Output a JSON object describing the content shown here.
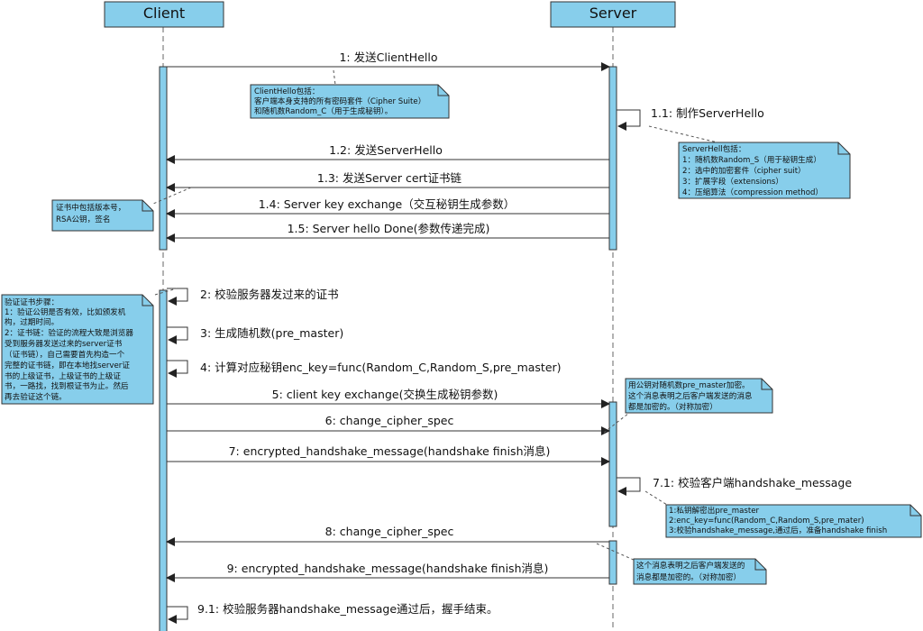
{
  "actors": {
    "client": "Client",
    "server": "Server"
  },
  "messages": [
    "1: 发送ClientHello",
    "1.1: 制作ServerHello",
    "1.2: 发送ServerHello",
    "1.3: 发送Server cert证书链",
    "1.4: Server key exchange（交互秘钥生成参数）",
    "1.5: Server hello Done(参数传递完成)",
    "2: 校验服务器发过来的证书",
    "3: 生成随机数(pre_master)",
    "4: 计算对应秘钥enc_key=func(Random_C,Random_S,pre_master)",
    "5: client key exchange(交换生成秘钥参数)",
    "6: change_cipher_spec",
    "7: encrypted_handshake_message(handshake finish消息)",
    "7.1: 校验客户端handshake_message",
    "8: change_cipher_spec",
    "9: encrypted_handshake_message(handshake finish消息)",
    "9.1: 校验服务器handshake_message通过后，握手结束。"
  ],
  "notes": {
    "client_hello": [
      "ClientHello包括：",
      "客户端本身支持的所有密码套件（Cipher Suite）",
      "和随机数Random_C（用于生成秘钥）。"
    ],
    "server_hello": [
      "ServerHell包括：",
      "1：随机数Random_S（用于秘钥生成）",
      "2：选中的加密套件（cipher suit）",
      "3：扩展字段（extensions）",
      "4：压缩算法（compression method）"
    ],
    "cert": [
      "证书中包括版本号，",
      "RSA公钥，签名"
    ],
    "verify": [
      "验证证书步骤：",
      "1：验证公钥是否有效，比如颁发机",
      "构，过期时间。",
      "2：证书链：验证的流程大致是浏览器",
      "受到服务器发送过来的server证书",
      "（证书链），自己需要首先构造一个",
      "完整的证书链，即在本地找server证",
      "书的上级证书，上级证书的上级证",
      "书，一路找，找到根证书为止。然后",
      "再去验证这个链。"
    ],
    "pre_master": [
      "用公钥对随机数pre_master加密。",
      "这个消息表明之后客户端发送的消息",
      "都是加密的。（对称加密）"
    ],
    "verify_client": [
      "1:私钥解密出pre_master",
      "2:enc_key=func(Random_C,Random_S,pre_mater)",
      "3:校验handshake_message,通过后，准备handshake finish"
    ],
    "server_encrypted": [
      "这个消息表明之后客户端发送的",
      "消息都是加密的。（对称加密）"
    ]
  },
  "colors": {
    "actor_fill": "#87ceeb",
    "note_fill": "#87ceeb",
    "activation_fill": "#87ceeb",
    "line": "#333333"
  }
}
